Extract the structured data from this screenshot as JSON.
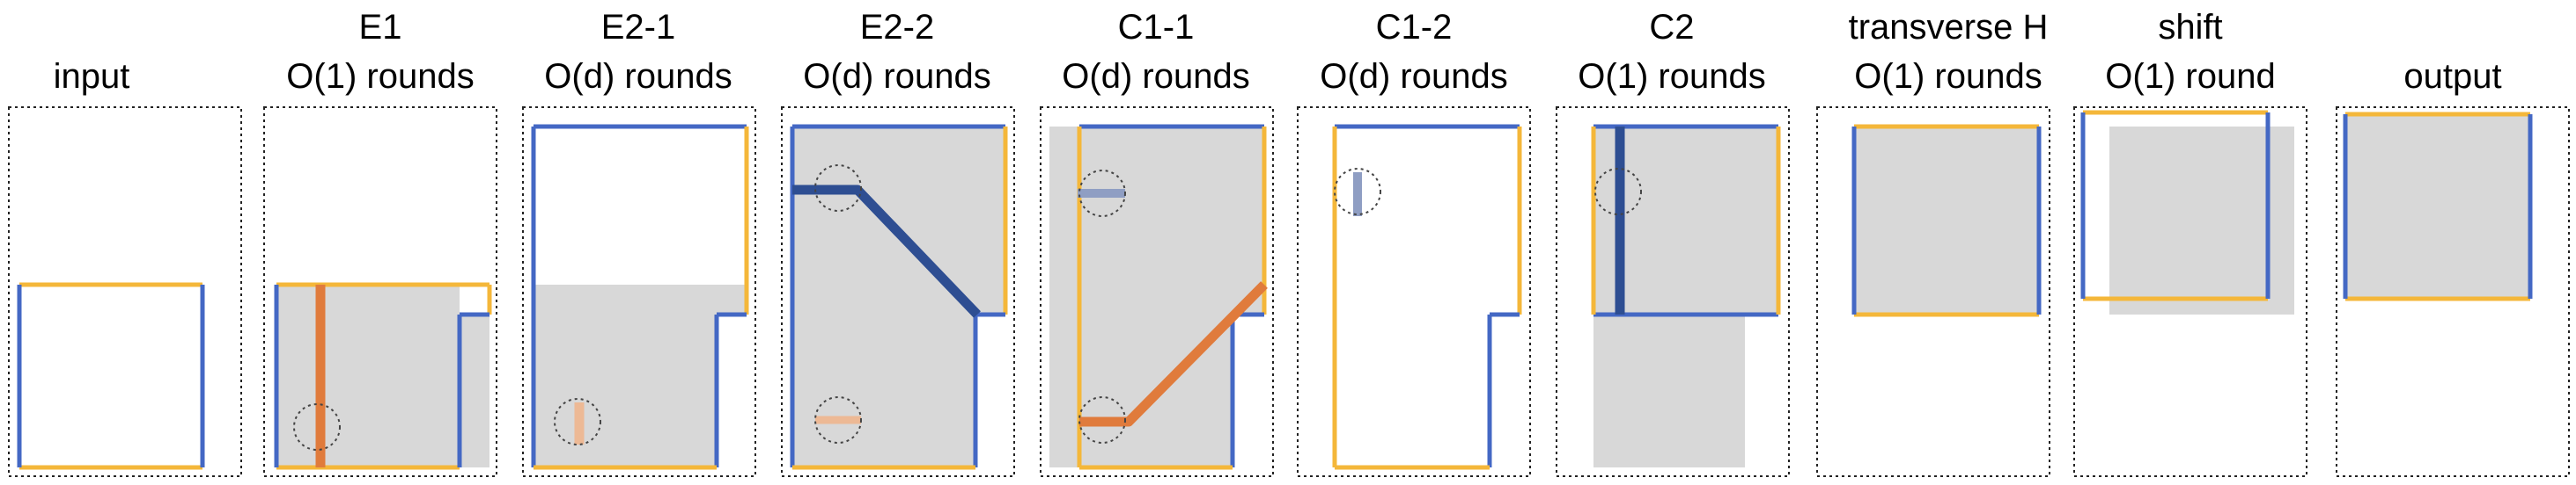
{
  "colors": {
    "blue": "#4468C4",
    "yellow": "#F4B73A",
    "orange": "#E07B3C",
    "dark_blue": "#2E4E92",
    "light_orange": "#EDB995",
    "light_blue": "#8F9EC3",
    "gray_fill": "#D8D8D8",
    "frame": "#222222"
  },
  "panels": [
    {
      "title": "input",
      "rounds": ""
    },
    {
      "title": "E1",
      "rounds": "O(1) rounds"
    },
    {
      "title": "E2-1",
      "rounds": "O(d) rounds"
    },
    {
      "title": "E2-2",
      "rounds": "O(d) rounds"
    },
    {
      "title": "C1-1",
      "rounds": "O(d) rounds"
    },
    {
      "title": "C1-2",
      "rounds": "O(d) rounds"
    },
    {
      "title": "C2",
      "rounds": "O(1) rounds"
    },
    {
      "title": "transverse H",
      "rounds": "O(1) rounds"
    },
    {
      "title": "shift",
      "rounds": "O(1) round"
    },
    {
      "title": "output",
      "rounds": ""
    }
  ]
}
